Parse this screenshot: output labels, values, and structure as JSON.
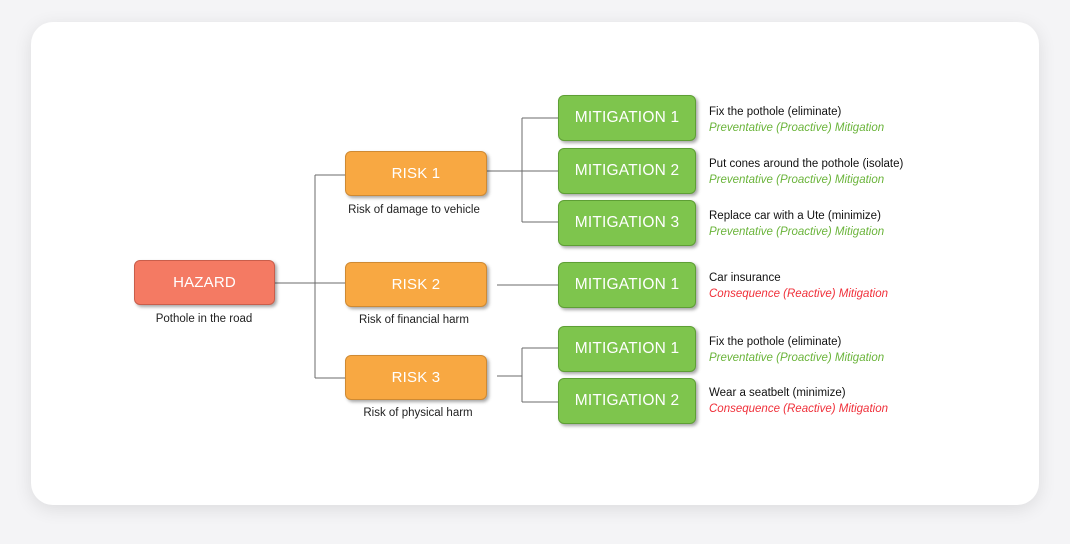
{
  "colors": {
    "hazard": "#f47a63",
    "risk": "#f8a842",
    "mitigation": "#7ec54d",
    "preventative_text": "#6ab43a",
    "consequence_text": "#f0303a"
  },
  "hazard": {
    "label": "HAZARD",
    "description": "Pothole in the road"
  },
  "risks": [
    {
      "label": "RISK 1",
      "description": "Risk of damage to vehicle",
      "mitigations": [
        {
          "label": "MITIGATION 1",
          "action": "Fix the pothole (eliminate)",
          "type": "Preventative (Proactive) Mitigation"
        },
        {
          "label": "MITIGATION 2",
          "action": "Put cones around the pothole (isolate)",
          "type": "Preventative (Proactive) Mitigation"
        },
        {
          "label": "MITIGATION 3",
          "action": "Replace car with a Ute (minimize)",
          "type": "Preventative (Proactive) Mitigation"
        }
      ]
    },
    {
      "label": "RISK 2",
      "description": "Risk of financial harm",
      "mitigations": [
        {
          "label": "MITIGATION 1",
          "action": "Car insurance",
          "type": "Consequence (Reactive) Mitigation"
        }
      ]
    },
    {
      "label": "RISK 3",
      "description": "Risk of physical harm",
      "mitigations": [
        {
          "label": "MITIGATION 1",
          "action": "Fix the pothole (eliminate)",
          "type": "Preventative (Proactive) Mitigation"
        },
        {
          "label": "MITIGATION 2",
          "action": "Wear a seatbelt (minimize)",
          "type": "Consequence (Reactive) Mitigation"
        }
      ]
    }
  ]
}
